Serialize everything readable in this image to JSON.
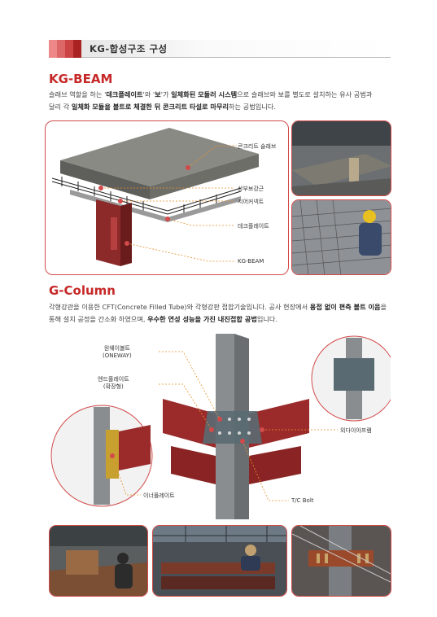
{
  "header": {
    "title": "KG-합성구조 구성"
  },
  "kg_beam": {
    "title": "KG-BEAM",
    "p1_a": "슬래브 역할을 하는 '",
    "p1_b1": "데크플레이트",
    "p1_c": "'와 '",
    "p1_b2": "보",
    "p1_d": "'가 ",
    "p1_b3": "일체화된 모듈러 시스템",
    "p1_e": "으로 슬래브와 보를 별도로 설치하는 유사 공법과",
    "p2_a": "달리 각 ",
    "p2_b1": "일체화 모듈을 볼트로 체결한 뒤 콘크리트 타설로 마무리",
    "p2_c": "하는 공법입니다.",
    "labels": {
      "slab": "콘크리트 슬래브",
      "rebar": "상부보강근",
      "shear": "시어커넥트",
      "deck": "데크플레이트",
      "beam": "KG-BEAM"
    }
  },
  "g_column": {
    "title": "G-Column",
    "p1_a": "각형강관을 이용한 CFT(Concrete Filled Tube)와 각형강판 접합기술입니다. 공사 현장에서 ",
    "p1_b": "용접 없이 편측 볼트 이음",
    "p1_c": "을",
    "p2_a": "통해 설치 공정을 간소화 하였으며, ",
    "p2_b": "우수한 연성 성능을 가진 내진접합 공법",
    "p2_c": "입니다.",
    "labels": {
      "oneway_1": "원웨이볼트",
      "oneway_2": "(ONEWAY)",
      "endplate_1": "엔드플레이트",
      "endplate_2": "(확장형)",
      "diaphragm": "외다이아프램",
      "inner": "이너플레이트",
      "tcbolt": "T/C Bolt"
    }
  },
  "colors": {
    "accent": "#c62828",
    "leader": "#e8902a",
    "steel": "#8c2a2a",
    "concrete": "#7a7a74"
  },
  "icons": [
    "header-stripe-icon"
  ]
}
